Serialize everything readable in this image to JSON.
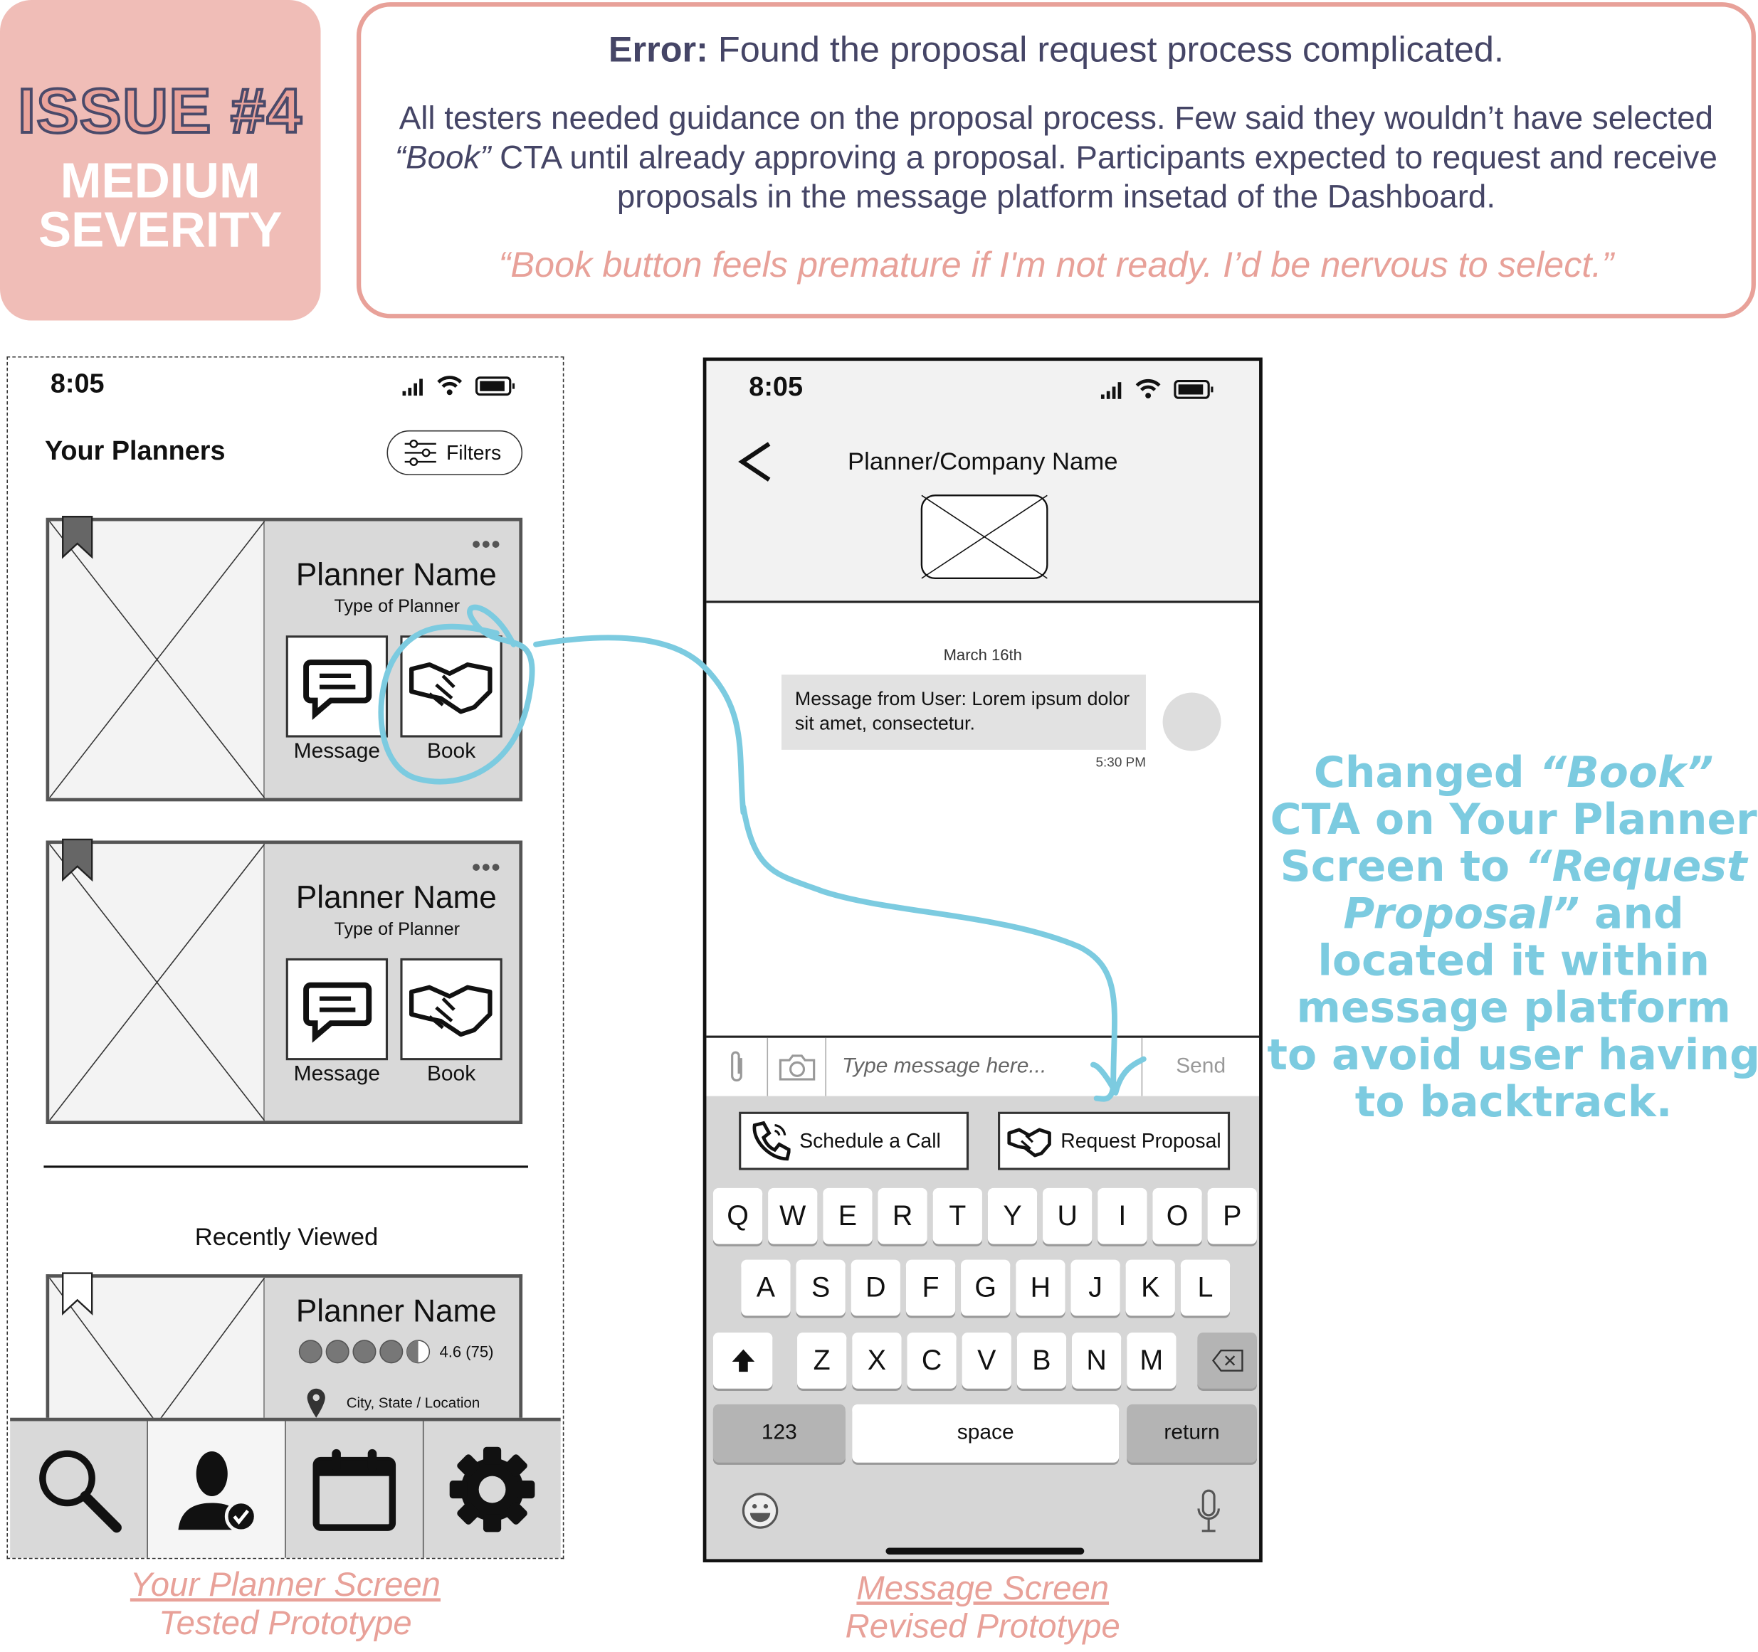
{
  "issue": {
    "number": "ISSUE #4",
    "severity_line1": "MEDIUM",
    "severity_line2": "SEVERITY"
  },
  "error": {
    "label": "Error:",
    "title": " Found the proposal request process complicated.",
    "body_1": "All testers needed guidance on the proposal process. Few said they wouldn’t have selected ",
    "body_book": "“Book”",
    "body_2": " CTA until already approving a proposal. Participants expected to request and receive proposals in the message platform insetad of the Dashboard.",
    "quote": "“Book button feels premature if I'm not ready. I’d be nervous to select.”"
  },
  "left_phone": {
    "time": "8:05",
    "title": "Your Planners",
    "filters_label": "Filters",
    "cards": [
      {
        "name": "Planner Name",
        "type": "Type of Planner",
        "message_label": "Message",
        "book_label": "Book"
      },
      {
        "name": "Planner Name",
        "type": "Type of Planner",
        "message_label": "Message",
        "book_label": "Book"
      }
    ],
    "recent_title": "Recently Viewed",
    "recent_card": {
      "name": "Planner Name",
      "rating": 4.6,
      "rating_text": "4.6 (75)",
      "location": "City, State / Location"
    },
    "tabs": [
      "search-icon",
      "profile-icon",
      "calendar-icon",
      "settings-icon"
    ],
    "caption_title": "Your Planner Screen",
    "caption_sub": "Tested Prototype"
  },
  "right_phone": {
    "time": "8:05",
    "contact": "Planner/Company Name",
    "date": "March 16th",
    "message": "Message from User: Lorem ipsum dolor sit amet, consectetur.",
    "message_time": "5:30 PM",
    "input_placeholder": "Type message here...",
    "send_label": "Send",
    "suggestions": [
      "Schedule a Call",
      "Request Proposal"
    ],
    "keys": [
      [
        "Q",
        "W",
        "E",
        "R",
        "T",
        "Y",
        "U",
        "I",
        "O",
        "P"
      ],
      [
        "A",
        "S",
        "D",
        "F",
        "G",
        "H",
        "J",
        "K",
        "L"
      ],
      [
        "Z",
        "X",
        "C",
        "V",
        "B",
        "N",
        "M"
      ]
    ],
    "num_key": "123",
    "space_key": "space",
    "return_key": "return",
    "caption_title": "Message Screen",
    "caption_sub": "Revised Prototype"
  },
  "annotation": {
    "p1": "Changed ",
    "p2": "“Book”",
    "p3": " CTA on Your Planner Screen to ",
    "p4": "“Request Proposal”",
    "p5": " and located it within message platform to avoid user having to backtrack."
  },
  "colors": {
    "pink": "#f0bdb7",
    "salmon": "#e8a199",
    "navy": "#454566",
    "annotation_blue": "#7ccbe0"
  }
}
